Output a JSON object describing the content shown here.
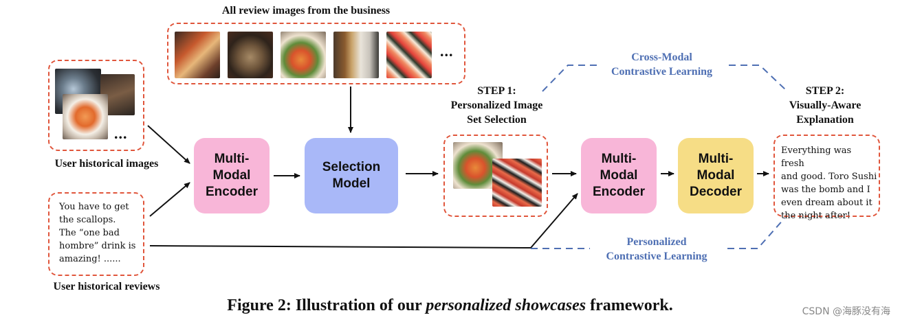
{
  "review_images_label": "All review images from the business",
  "ellipsis": "...",
  "user_images_label": "User historical images",
  "user_reviews_label": "User historical reviews",
  "user_review_text": "You have to get\nthe scallops.\nThe “one bad\nhombre” drink is\namazing!  ......",
  "encoder1_label": "Multi-\nModal\nEncoder",
  "selection_label": "Selection\nModel",
  "step1_label": "STEP 1:\nPersonalized Image\nSet Selection",
  "encoder2_label": "Multi-\nModal\nEncoder",
  "decoder_label": "Multi-\nModal\nDecoder",
  "step2_label": "STEP 2:\nVisually-Aware\nExplanation",
  "explanation_text": "Everything was fresh\nand good. Toro Sushi\nwas the bomb and I\neven dream about it\nthe night after!",
  "cross_modal_label": "Cross-Modal\nContrastive Learning",
  "personalized_label": "Personalized\nContrastive Learning",
  "caption_prefix": "Figure 2: Illustration of our ",
  "caption_italic": "personalized showcases",
  "caption_suffix": " framework.",
  "watermark": "CSDN @海豚没有海",
  "colors": {
    "encoder": "#f8b6d8",
    "selection": "#a9b8f8",
    "decoder": "#f6dd86",
    "dashed_box": "#e0553b",
    "contrastive_line": "#4e6fb3"
  }
}
